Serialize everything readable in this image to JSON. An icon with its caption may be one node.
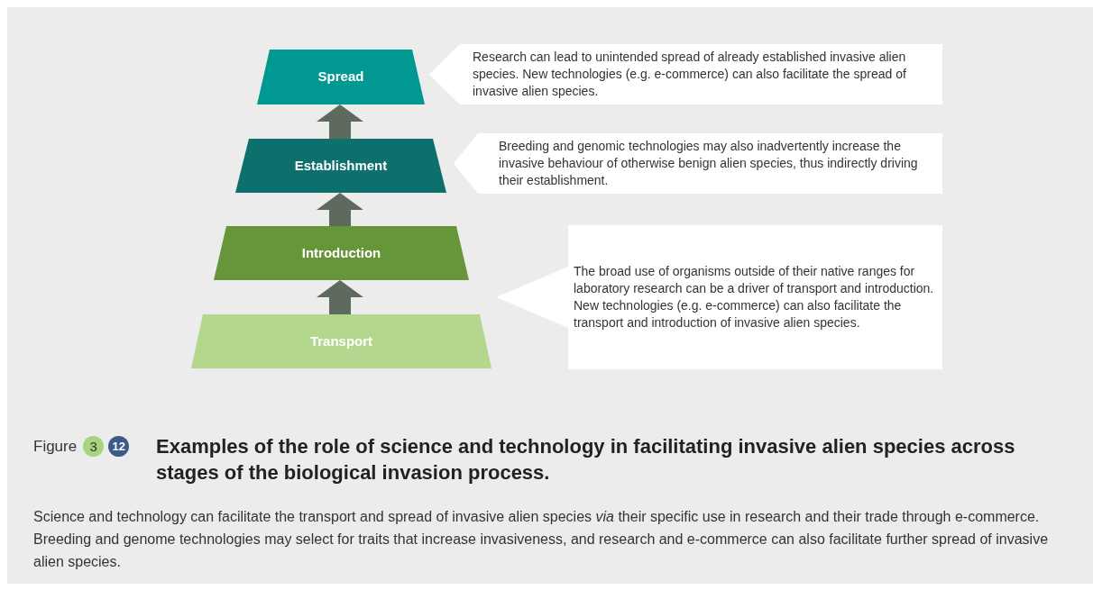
{
  "diagram": {
    "title": "Examples of the role of science and technology in facilitating invasive alien species across stages of the biological invasion process.",
    "caption": "Science and technology can facilitate the transport and spread of invasive alien species *via* their specific use in research and their trade through e-commerce. Breeding and genome technologies may select for traits that increase invasiveness, and research and e-commerce can also facilitate further spread of invasive alien species.",
    "nodes": [
      {
        "text": [
          "Spread"
        ]
      },
      {
        "text": [
          "Establishment"
        ]
      },
      {
        "text": [
          "Introduction"
        ]
      },
      {
        "text": [
          "Transport"
        ]
      },
      {
        "text": [
          "Research can lead to unintended spread of already established invasive alien species. New technologies (e.g. e-commerce) can also facilitate the spread of invasive alien species."
        ]
      },
      {
        "text": [
          "Breeding and genomic technologies may also inadvertently increase the invasive behaviour of otherwise benign alien species, thus indirectly driving their establishment."
        ]
      },
      {
        "text": [
          "The broad use of organisms outside of their native ranges for laboratory research can be a driver of transport and introduction. New technologies (e.g. e-commerce) can also facilitate the transport and introduction of invasive alien species."
        ]
      }
    ],
    "edges": [
      {
        "from": 3,
        "to": 2,
        "arrow": "to"
      },
      {
        "from": 2,
        "to": 1,
        "arrow": "to"
      },
      {
        "from": 1,
        "to": 0,
        "arrow": "to"
      }
    ],
    "labels": [
      "Figure",
      "3",
      "12"
    ]
  }
}
